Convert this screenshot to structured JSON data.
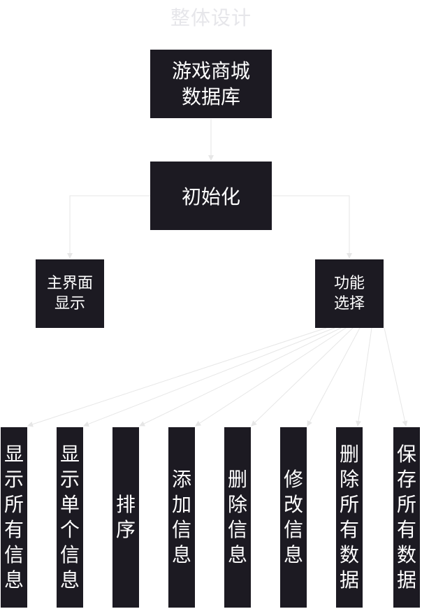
{
  "title": "整体设计",
  "nodes": {
    "root": "游戏商城\n数据库",
    "init": "初始化",
    "main": "主界面\n显示",
    "func": "功能\n选择"
  },
  "leaves": [
    "显示所有信息",
    "显示单个信息",
    "排序",
    "添加信息",
    "删除信息",
    "修改信息",
    "删除所有数据",
    "保存所有数据"
  ],
  "colors": {
    "box": "#1c1a22",
    "box_text": "#ffffff",
    "connector": "#e6e6e6",
    "title": "#e6e6ea"
  }
}
